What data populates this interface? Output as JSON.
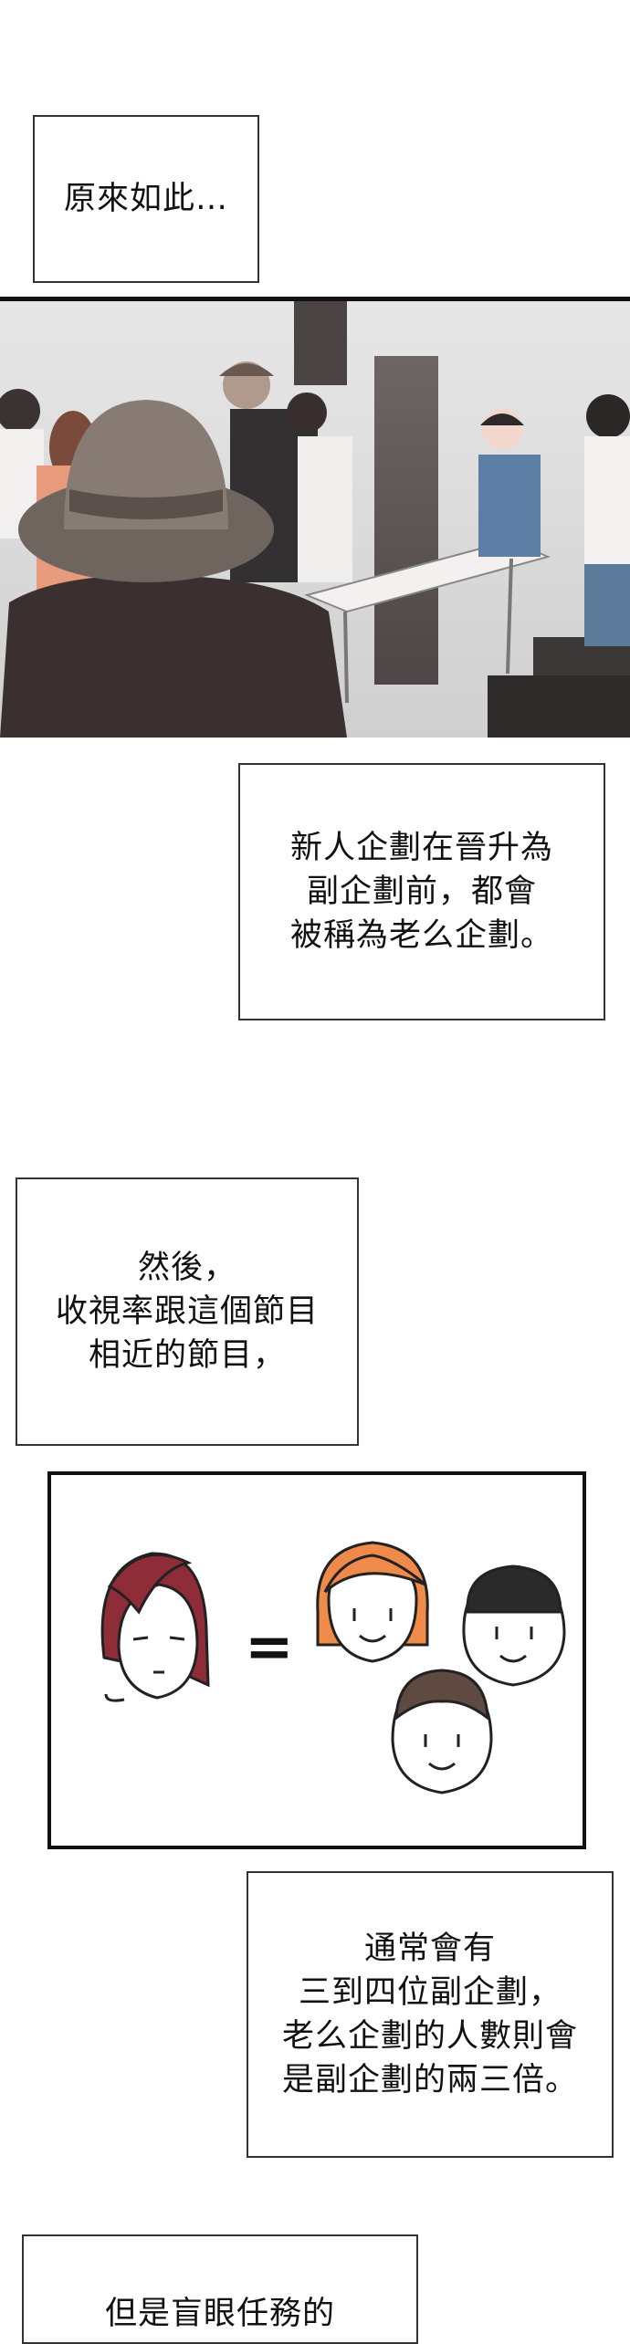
{
  "captions": {
    "c1": [
      "原來如此…"
    ],
    "c2": [
      "新人企劃在晉升為",
      "副企劃前，都會",
      "被稱為老么企劃。"
    ],
    "c3": [
      "然後，",
      "收視率跟這個節目",
      "相近的節目，"
    ],
    "c4": [
      "通常會有",
      "三到四位副企劃，",
      "老么企劃的人數則會",
      "是副企劃的兩三倍。"
    ],
    "c5": [
      "但是盲眼任務的"
    ]
  },
  "faces_panel": {
    "equals_sign": "="
  }
}
